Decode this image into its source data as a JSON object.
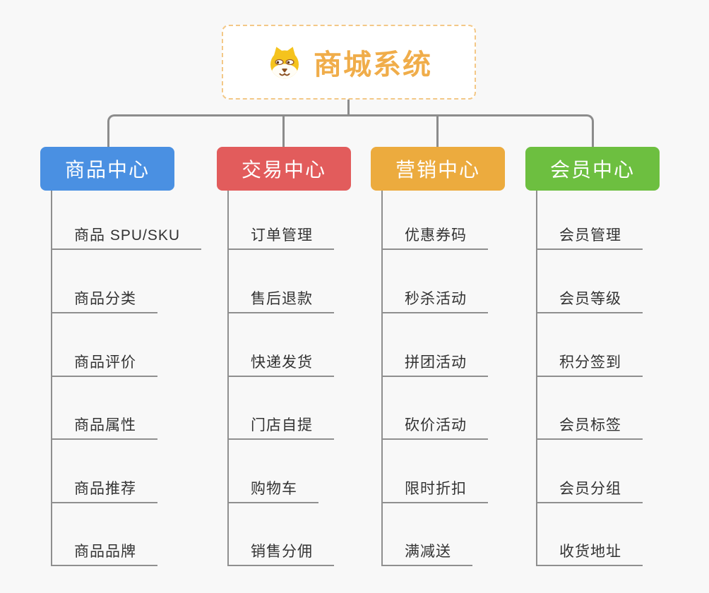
{
  "root": {
    "title": "商城系统",
    "icon": "dog-face-icon"
  },
  "branches": [
    {
      "label": "商品中心",
      "color": "#4a90e2",
      "items": [
        "商品 SPU/SKU",
        "商品分类",
        "商品评价",
        "商品属性",
        "商品推荐",
        "商品品牌"
      ]
    },
    {
      "label": "交易中心",
      "color": "#e25c5c",
      "items": [
        "订单管理",
        "售后退款",
        "快递发货",
        "门店自提",
        "购物车",
        "销售分佣"
      ]
    },
    {
      "label": "营销中心",
      "color": "#ecab3e",
      "items": [
        "优惠券码",
        "秒杀活动",
        "拼团活动",
        "砍价活动",
        "限时折扣",
        "满减送"
      ]
    },
    {
      "label": "会员中心",
      "color": "#6dbf40",
      "items": [
        "会员管理",
        "会员等级",
        "积分签到",
        "会员标签",
        "会员分组",
        "收货地址"
      ]
    }
  ],
  "colors": {
    "background": "#f8f8f8",
    "connector": "#8c8c8c",
    "leaf_underline": "#8f8f8f",
    "leaf_text": "#333333",
    "root_border": "#f3c887",
    "root_title": "#f0ad4a",
    "branch_text": "#ffffff"
  }
}
